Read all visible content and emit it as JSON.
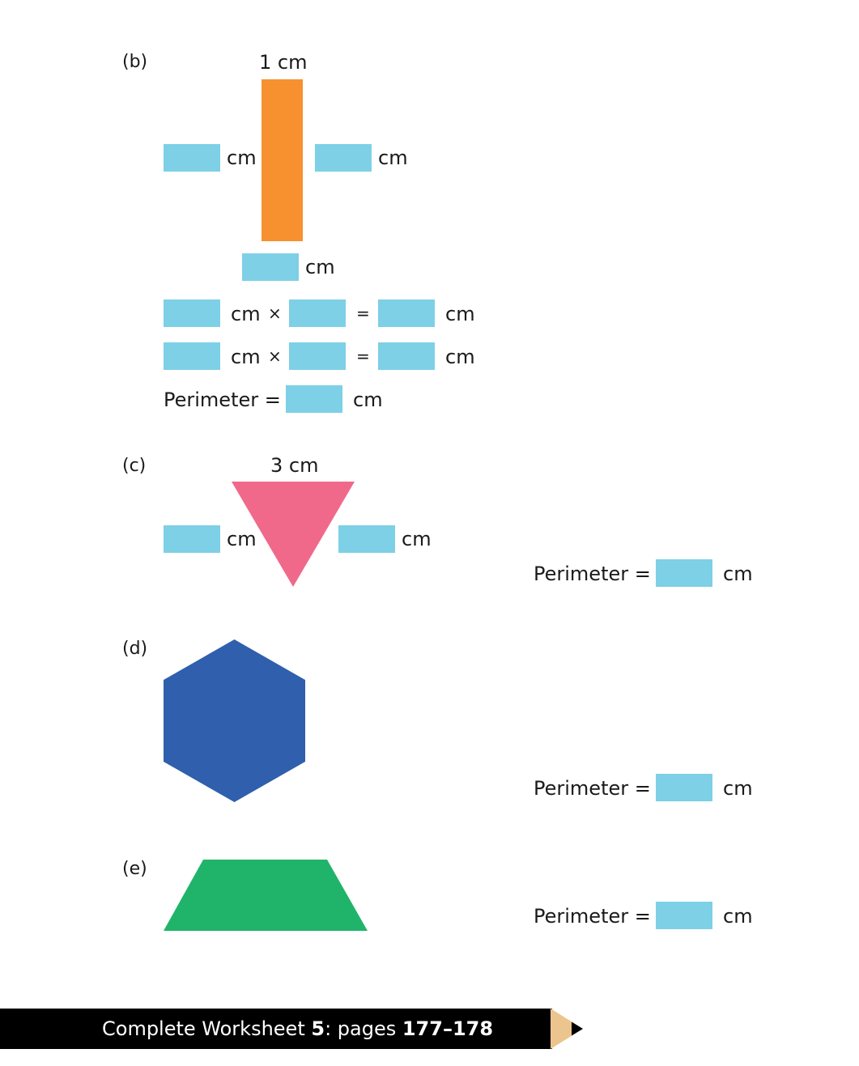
{
  "parts": {
    "b": {
      "label": "(b)",
      "top_length": "1 cm",
      "unit": "cm",
      "times": "×",
      "equals": "=",
      "perimeter_label": "Perimeter =",
      "fill_color": "#f7902e"
    },
    "c": {
      "label": "(c)",
      "top_length": "3 cm",
      "unit": "cm",
      "perimeter_label": "Perimeter =",
      "fill_color": "#f0698a"
    },
    "d": {
      "label": "(d)",
      "unit": "cm",
      "perimeter_label": "Perimeter =",
      "fill_color": "#2f5fad"
    },
    "e": {
      "label": "(e)",
      "unit": "cm",
      "perimeter_label": "Perimeter =",
      "fill_color": "#20b46a"
    }
  },
  "answer_box_color": "#7dd0e6",
  "footer": {
    "prefix": "Complete Worksheet ",
    "worksheet_number": "5",
    "middle": ": pages ",
    "pages": "177–178"
  }
}
